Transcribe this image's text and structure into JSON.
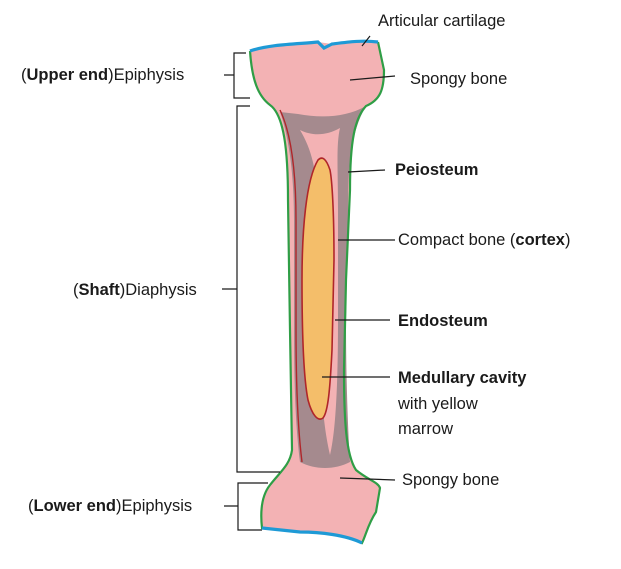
{
  "labels": {
    "articular_cartilage": "Articular cartilage",
    "spongy_bone_upper": "Spongy bone",
    "periosteum": "Peiosteum",
    "compact_bone_prefix": "Compact bone (",
    "compact_bone_bold": "cortex",
    "compact_bone_suffix": ")",
    "endosteum": "Endosteum",
    "medullary_cavity": "Medullary cavity",
    "medullary_line2": "with yellow",
    "medullary_line3": "marrow",
    "spongy_bone_lower": "Spongy bone",
    "upper_epiphysis_open": "(",
    "upper_epiphysis_bold": "Upper end",
    "upper_epiphysis_rest": ")Epiphysis",
    "diaphysis_open": "(",
    "diaphysis_bold": "Shaft",
    "diaphysis_rest": ")Diaphysis",
    "lower_epiphysis_open": "(",
    "lower_epiphysis_bold": "Lower end",
    "lower_epiphysis_rest": ")Epiphysis"
  },
  "colors": {
    "spongy_bone": "#f3b2b4",
    "compact_bone": "#a58a8e",
    "medullary_cavity": "#f4be6a",
    "endosteum": "#b0262a",
    "periosteum": "#2f9e46",
    "articular_cartilage": "#1e9ad6",
    "line": "#1a1a1a"
  }
}
